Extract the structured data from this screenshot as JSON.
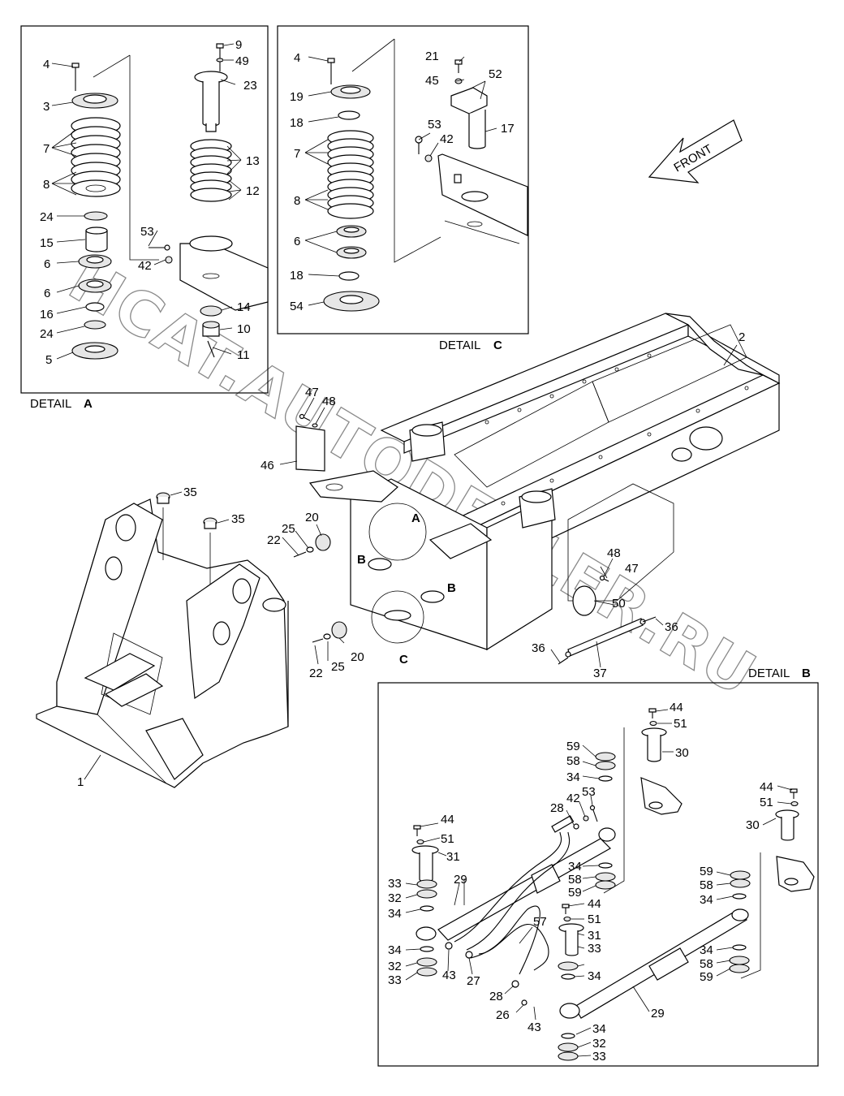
{
  "watermark": "HCAT.AUTODEALER.RU",
  "front_arrow": {
    "label": "FRONT"
  },
  "details": [
    {
      "id": "A",
      "prefix": "DETAIL",
      "letter": "A"
    },
    {
      "id": "C",
      "prefix": "DETAIL",
      "letter": "C"
    },
    {
      "id": "B",
      "prefix": "DETAIL",
      "letter": "B"
    }
  ],
  "view_markers": [
    {
      "letter": "A"
    },
    {
      "letter": "B"
    },
    {
      "letter": "B"
    },
    {
      "letter": "C"
    }
  ],
  "callouts": [
    "4",
    "3",
    "7",
    "8",
    "24",
    "15",
    "6",
    "6",
    "16",
    "24",
    "5",
    "9",
    "49",
    "23",
    "13",
    "12",
    "53",
    "42",
    "14",
    "10",
    "11",
    "4",
    "19",
    "18",
    "7",
    "8",
    "6",
    "18",
    "54",
    "21",
    "45",
    "52",
    "53",
    "42",
    "17",
    "2",
    "47",
    "48",
    "46",
    "35",
    "35",
    "25",
    "20",
    "22",
    "20",
    "22",
    "25",
    "48",
    "47",
    "50",
    "36",
    "36",
    "37",
    "1",
    "44",
    "51",
    "30",
    "59",
    "58",
    "34",
    "42",
    "53",
    "28",
    "44",
    "51",
    "31",
    "29",
    "33",
    "32",
    "34",
    "34",
    "58",
    "59",
    "57",
    "44",
    "51",
    "31",
    "34",
    "32",
    "33",
    "43",
    "27",
    "33",
    "34",
    "28",
    "26",
    "43",
    "29",
    "34",
    "32",
    "33",
    "44",
    "51",
    "30",
    "59",
    "58",
    "34",
    "34",
    "58",
    "59"
  ]
}
